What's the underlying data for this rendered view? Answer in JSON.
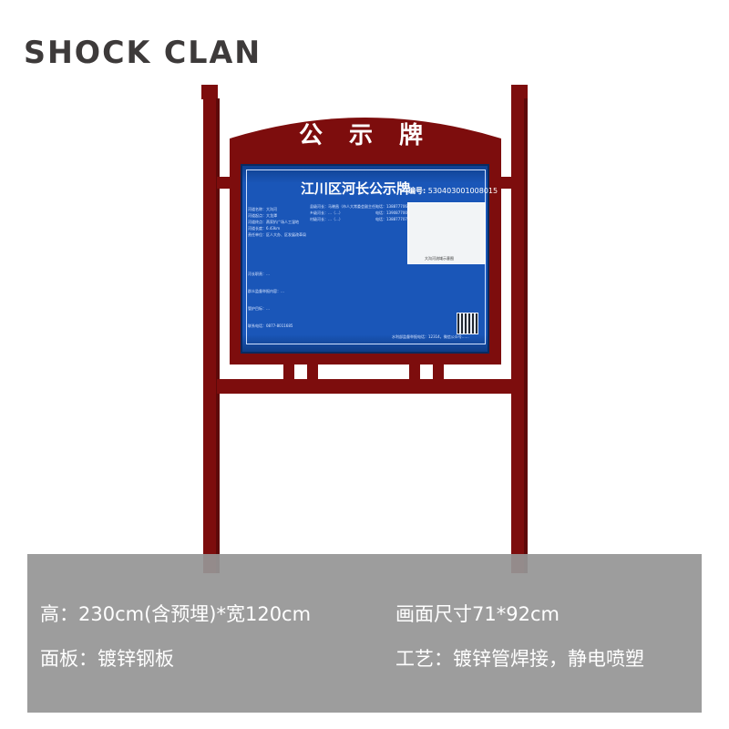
{
  "brand": {
    "logo_text": "SHOCK CLAN"
  },
  "sign": {
    "header_title": "公 示 牌",
    "board": {
      "title": "江川区河长公示牌",
      "code_label": "编号:",
      "code_value": "530403001008015",
      "left_fields": [
        "河道名称：大沟河",
        "河道起点：大龙潭",
        "河道终点：燕家扒广场人工湿地",
        "河道长度：6.43km",
        "责任单位：区人大办、区发展改革局",
        "…"
      ],
      "middle_fields": [
        "县级河长：马晓昌（市人大常委会副主任）",
        "乡级河长：…（…）",
        "村级河长：…（…）",
        "…"
      ],
      "phones": [
        "电话：13887770686",
        "电话：13908770077",
        "电话：13887770753",
        "…"
      ],
      "map_caption": "大沟河流域示意图",
      "sections": [
        "河长职责：…",
        "群众监督举报内容：…",
        "管护目标：…",
        "联系电话：0877-8011685"
      ],
      "footer_note": "水利部监督举报电话：12314，微信公众号……"
    },
    "colors": {
      "frame": "#7d0d0d",
      "board": "#1a56b8",
      "info_panel": "#969696"
    }
  },
  "specs": {
    "height": "高：230cm(含预埋)*宽120cm",
    "screen_size": "画面尺寸71*92cm",
    "panel": "面板：镀锌钢板",
    "craft": "工艺：镀锌管焊接，静电喷塑"
  }
}
